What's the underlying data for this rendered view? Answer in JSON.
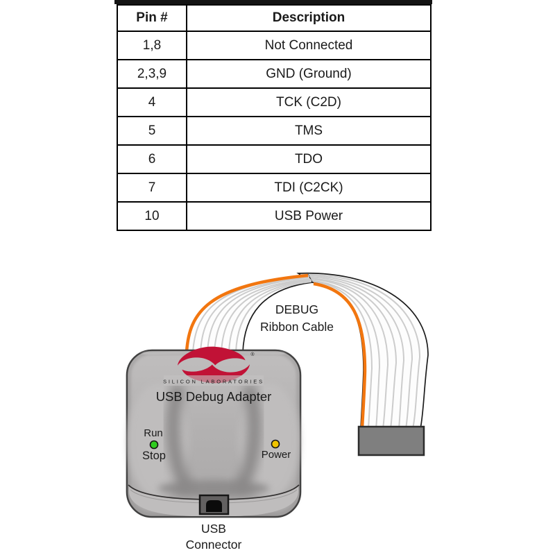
{
  "pin_table": {
    "headers": [
      "Pin #",
      "Description"
    ],
    "rows": [
      {
        "pin": "1,8",
        "description": "Not Connected"
      },
      {
        "pin": "2,3,9",
        "description": "GND (Ground)"
      },
      {
        "pin": "4",
        "description": "TCK (C2D)"
      },
      {
        "pin": "5",
        "description": "TMS"
      },
      {
        "pin": "6",
        "description": "TDO"
      },
      {
        "pin": "7",
        "description": "TDI (C2CK)"
      },
      {
        "pin": "10",
        "description": "USB Power"
      }
    ]
  },
  "figure": {
    "cable_label_line1": "DEBUG",
    "cable_label_line2": "Ribbon Cable",
    "device": {
      "brand": "SILICON LABORATORIES",
      "registered_mark": "®",
      "title": "USB Debug Adapter",
      "run_label": "Run",
      "stop_label": "Stop",
      "power_label": "Power"
    },
    "usb_label_line1": "USB",
    "usb_label_line2": "Connector",
    "colors": {
      "cable_orange": "#F2760F",
      "led_run_green": "#2FCC1F",
      "led_power_yellow": "#F0C400",
      "stop_text_red": "#E02020",
      "logo_red": "#C11236",
      "connector_gray": "#7F7F7F"
    }
  }
}
